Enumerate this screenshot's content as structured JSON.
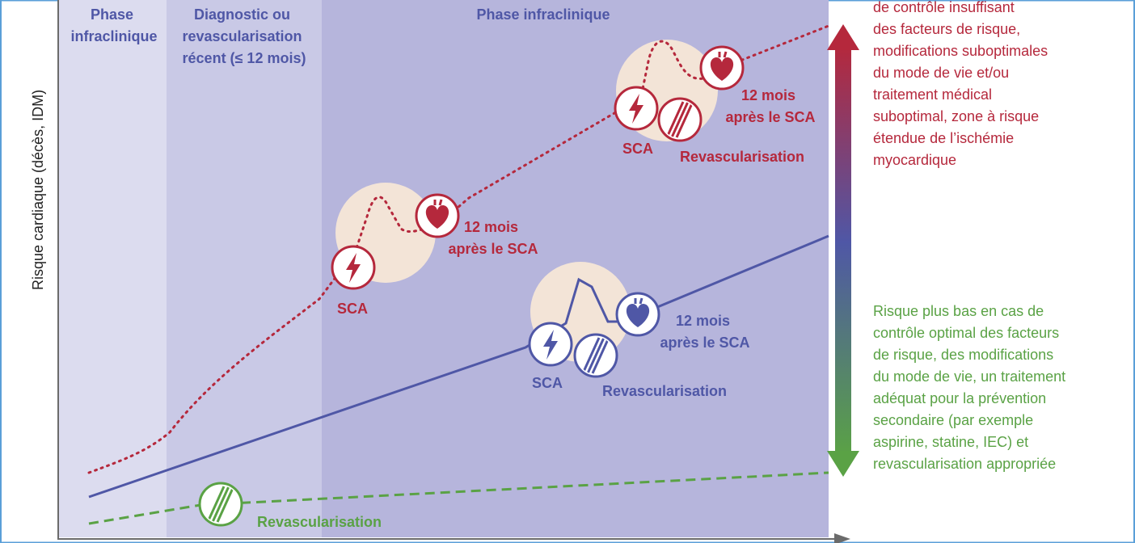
{
  "colors": {
    "red": "#b5283c",
    "blue": "#4f57a6",
    "green": "#5aa245",
    "phase_bg_1": "#dcdcef",
    "phase_bg_2": "#c9c9e6",
    "phase_bg_3": "#b6b5dc",
    "event_halo": "#f3e4d7",
    "border": "#5a9fd8"
  },
  "axis": {
    "y_label": "Risque cardiaque (décès, IDM)"
  },
  "phases": {
    "p1": [
      "Phase",
      "infraclinique"
    ],
    "p2": [
      "Diagnostic ou",
      "revascularisation",
      "récent (≤ 12 mois)"
    ],
    "p3": [
      "Phase infraclinique"
    ]
  },
  "labels": {
    "sca": "SCA",
    "revasc": "Revascularisation",
    "after_12m": [
      "12 mois",
      "après le SCA"
    ]
  },
  "high_risk_text": [
    "de contrôle insuffisant",
    "des facteurs de risque,",
    "modifications suboptimales",
    "du mode de vie et/ou",
    "traitement médical",
    "suboptimal, zone à risque",
    "étendue de l’ischémie",
    "myocardique"
  ],
  "low_risk_text": [
    "Risque plus bas en cas de",
    "contrôle optimal des facteurs",
    "de risque, des modifications",
    "du mode de vie, un traitement",
    "adéquat pour la prévention",
    "secondaire (par exemple",
    "aspirine, statine, IEC) et",
    "revascularisation appropriée"
  ],
  "icons": {
    "sca": "lightning-bolt-icon",
    "heart": "heart-icon",
    "revasc": "stent-icon"
  }
}
